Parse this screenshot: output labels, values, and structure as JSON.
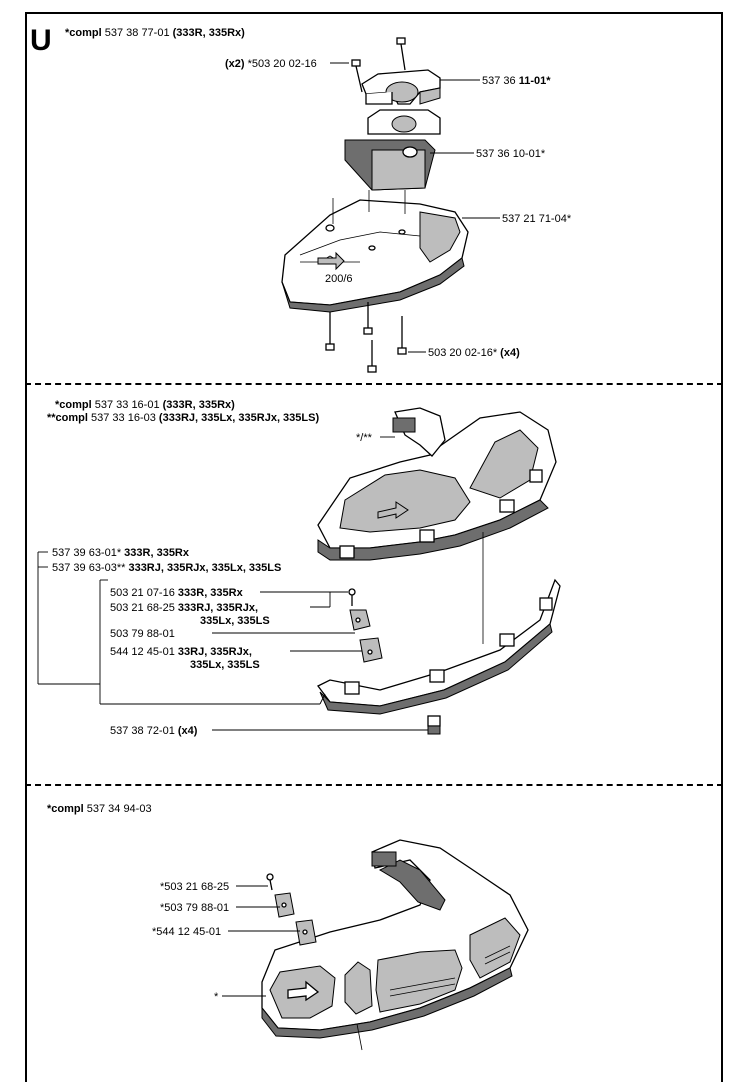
{
  "section_letter": "U",
  "section1": {
    "header": {
      "prefix": "*compl",
      "number": " 537 38 77-01 ",
      "models": "(333R, 335Rx)"
    },
    "callouts": {
      "screw_top_qty": "(x2)",
      "screw_top": " *503 20 02-16",
      "clamp_top_a": "537 36 ",
      "clamp_top_b": "11-01*",
      "clamp_bottom": "537 36 10-01*",
      "guard": "537 21 71-04*",
      "screw_bottom": "503 20 02-16*",
      "screw_bottom_qty": " (x4)"
    },
    "guard_marking": "200/6"
  },
  "section2": {
    "header1": {
      "prefix": "*compl",
      "number": " 537 33 16-01 ",
      "models": "(333R, 335Rx)"
    },
    "header2": {
      "prefix": "**compl",
      "number": " 537 33 16-03 ",
      "models": "(333RJ, 335Lx, 335RJx, 335LS)"
    },
    "star_marker": "*/**",
    "callouts": {
      "skirt1_num": "537 39 63-01* ",
      "skirt1_models": "333R, 335Rx",
      "skirt2_num": "537 39 63-03** ",
      "skirt2_models": "333RJ, 335RJx, 335Lx, 335LS",
      "screw1_num": "503 21 07-16 ",
      "screw1_models": "333R, 335Rx",
      "screw2_num": "503 21 68-25 ",
      "screw2_models_a": "333RJ, 335RJx,",
      "screw2_models_b": "335Lx, 335LS",
      "plate": "503 79 88-01",
      "knife_num": "544 12 45-01 ",
      "knife_models_a": "33RJ, 335RJx,",
      "knife_models_b": "335Lx, 335LS",
      "clip_num": "537 38 72-01 ",
      "clip_qty": "(x4)"
    }
  },
  "section3": {
    "header": {
      "prefix": "*compl",
      "number": " 537 34 94-03"
    },
    "callouts": {
      "screw": "*503 21 68-25",
      "plate": "*503 79 88-01",
      "knife": "*544 12 45-01",
      "guard": "*"
    }
  }
}
